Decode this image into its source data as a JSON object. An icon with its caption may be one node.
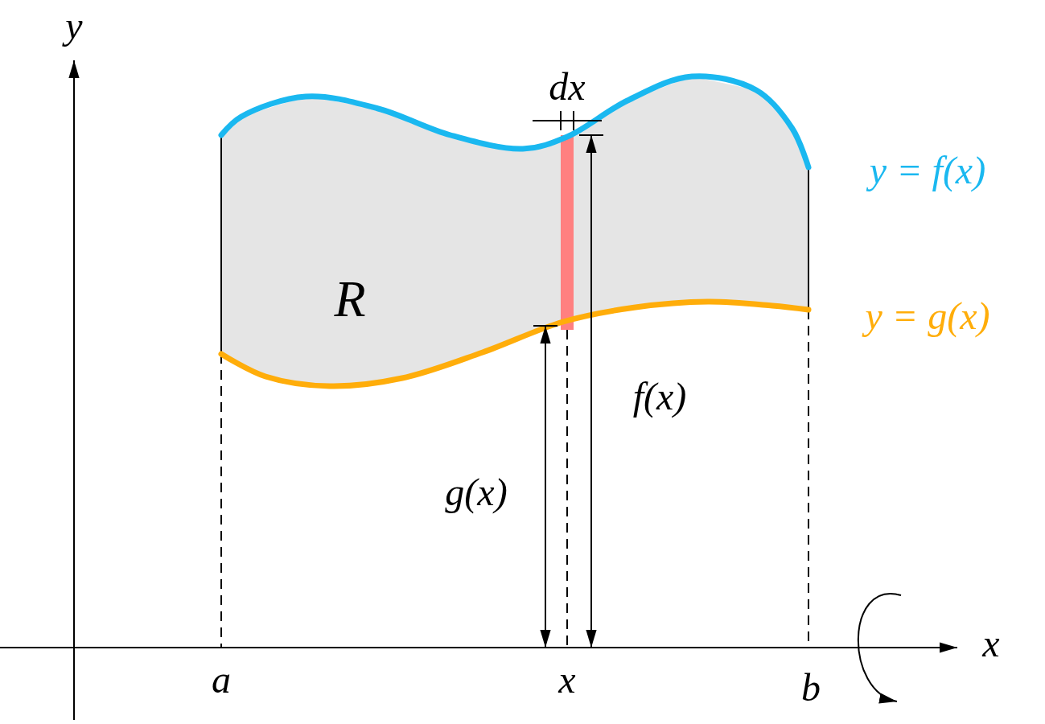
{
  "diagram": {
    "labels": [
      "y",
      "dx",
      "y = f(x)",
      "R",
      "y = g(x)",
      "f(x)",
      "g(x)",
      "x",
      "a",
      "x",
      "b"
    ]
  }
}
